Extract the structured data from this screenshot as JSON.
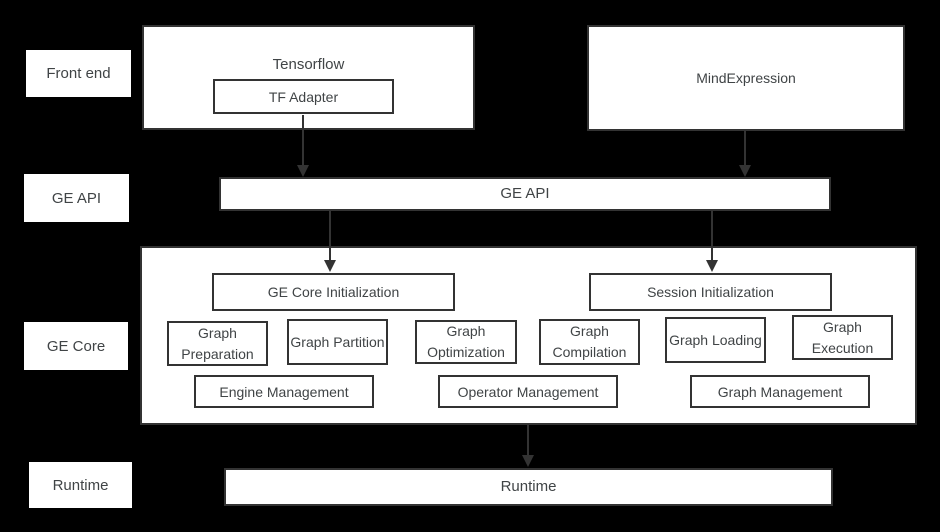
{
  "labels": {
    "front_end": "Front end",
    "ge_api": "GE API",
    "ge_core": "GE Core",
    "runtime": "Runtime"
  },
  "boxes": {
    "tensorflow": "Tensorflow",
    "tf_adapter": "TF Adapter",
    "mind_expression": "MindExpression",
    "ge_api_bar": "GE API",
    "ge_core_initialization": "GE Core Initialization",
    "session_initialization": "Session Initialization",
    "graph_preparation": "Graph Preparation",
    "graph_partition": "Graph Partition",
    "graph_optimization": "Graph Optimization",
    "graph_compilation": "Graph Compilation",
    "graph_loading": "Graph Loading",
    "graph_execution": "Graph Execution",
    "engine_management": "Engine Management",
    "operator_management": "Operator Management",
    "graph_management": "Graph Management",
    "runtime_bar": "Runtime"
  },
  "colors": {
    "background": "#000000",
    "box_fill": "#ffffff",
    "box_border": "#333333",
    "text": "#404446",
    "arrow": "#333333"
  }
}
